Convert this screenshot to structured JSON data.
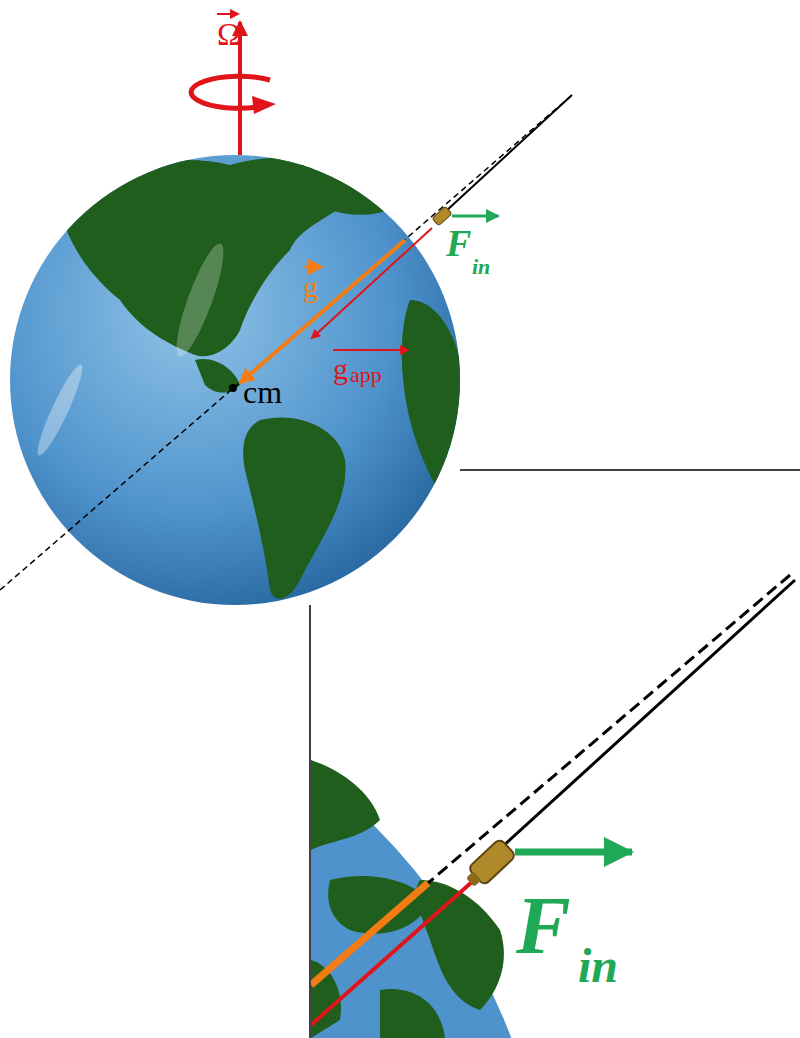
{
  "diagram": {
    "labels": [
      "Ω",
      "F",
      "in",
      "g",
      "g",
      "app",
      "cm",
      "F",
      "in"
    ]
  }
}
